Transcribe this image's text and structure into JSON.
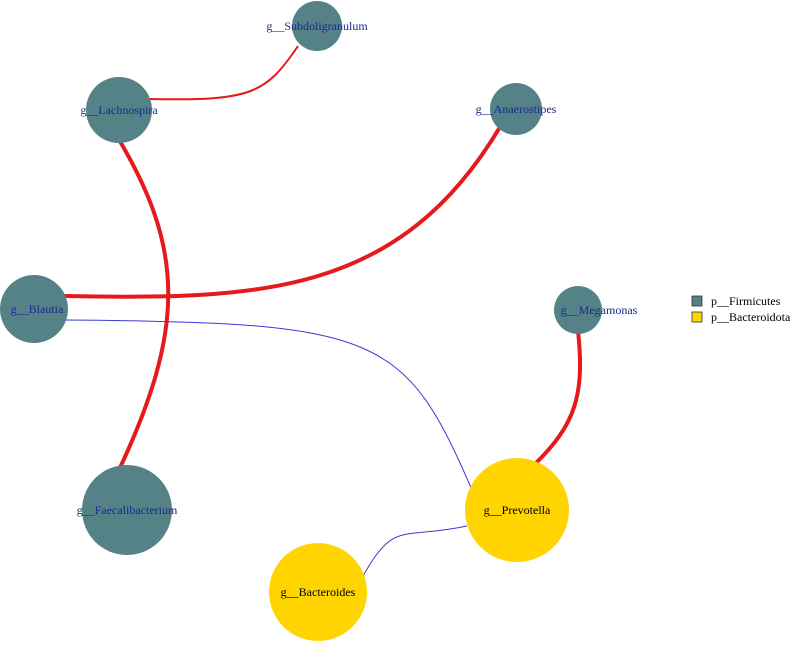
{
  "colors": {
    "firmicutes": "#548287",
    "bacteroidota": "#FFD400",
    "positive_edge": "#E41A1C",
    "negative_edge": "#3A3AD6",
    "label": "#1a2a8c"
  },
  "nodes": [
    {
      "id": "subdoligranulum",
      "label": "g__Subdoligranulum",
      "phylum": "p__Firmicutes"
    },
    {
      "id": "lachnospira",
      "label": "g__Lachnospira",
      "phylum": "p__Firmicutes"
    },
    {
      "id": "anaerostipes",
      "label": "g__Anaerostipes",
      "phylum": "p__Firmicutes"
    },
    {
      "id": "blautia",
      "label": "g__Blautia",
      "phylum": "p__Firmicutes"
    },
    {
      "id": "megamonas",
      "label": "g__Megamonas",
      "phylum": "p__Firmicutes"
    },
    {
      "id": "faecalibacterium",
      "label": "g__Faecalibacterium",
      "phylum": "p__Firmicutes"
    },
    {
      "id": "prevotella",
      "label": "g__Prevotella",
      "phylum": "p__Bacteroidota"
    },
    {
      "id": "bacteroides",
      "label": "g__Bacteroides",
      "phylum": "p__Bacteroidota"
    }
  ],
  "edges": [
    {
      "from": "lachnospira",
      "to": "subdoligranulum",
      "sign": "positive"
    },
    {
      "from": "lachnospira",
      "to": "faecalibacterium",
      "sign": "positive"
    },
    {
      "from": "blautia",
      "to": "anaerostipes",
      "sign": "positive"
    },
    {
      "from": "blautia",
      "to": "prevotella",
      "sign": "negative"
    },
    {
      "from": "megamonas",
      "to": "prevotella",
      "sign": "positive"
    },
    {
      "from": "prevotella",
      "to": "bacteroides",
      "sign": "negative"
    }
  ],
  "legend": [
    {
      "label": "p__Firmicutes",
      "color": "#548287"
    },
    {
      "label": "p__Bacteroidota",
      "color": "#FFD400"
    }
  ]
}
